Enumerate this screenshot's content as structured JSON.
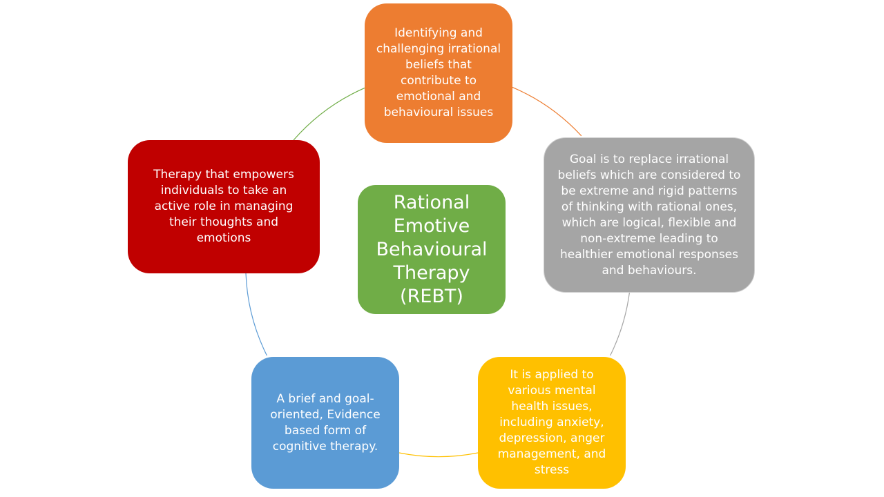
{
  "diagram": {
    "center": {
      "text": "Rational Emotive Behavioural Therapy (REBT)",
      "color": "#70ad47"
    },
    "nodes": [
      {
        "id": "top",
        "text": "Identifying and challenging irrational beliefs that contribute to emotional and behavioural issues",
        "color": "#ed7d31"
      },
      {
        "id": "right",
        "text": "Goal is to replace irrational beliefs which are considered to be extreme and rigid patterns of thinking with rational ones, which are logical, flexible and non-extreme leading to healthier emotional responses and behaviours.",
        "color": "#a5a5a5"
      },
      {
        "id": "bottom-right",
        "text": "It is applied to various mental health issues, including anxiety, depression, anger management, and stress",
        "color": "#ffc000"
      },
      {
        "id": "bottom-left",
        "text": "A brief and goal-oriented, Evidence based form of cognitive therapy.",
        "color": "#5b9bd5"
      },
      {
        "id": "left",
        "text": "Therapy that empowers individuals to take an active role in managing their thoughts and emotions",
        "color": "#c00000"
      }
    ],
    "connector_colors": {
      "top_to_right": "#ed7d31",
      "right_to_bottom_right": "#a5a5a5",
      "bottom_right_to_bottom_left": "#ffc000",
      "bottom_left_to_left": "#5b9bd5",
      "left_to_top": "#70ad47"
    }
  }
}
